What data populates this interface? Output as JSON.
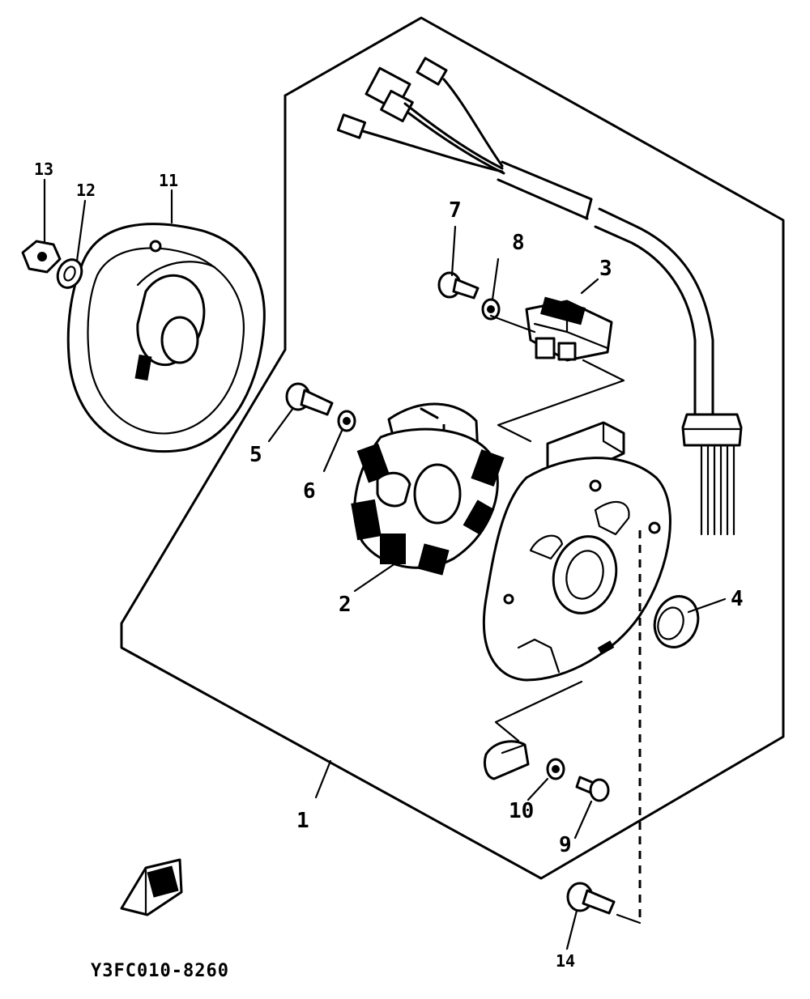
{
  "diagram": {
    "callouts": [
      {
        "id": "1",
        "label": "1"
      },
      {
        "id": "2",
        "label": "2"
      },
      {
        "id": "3",
        "label": "3"
      },
      {
        "id": "4",
        "label": "4"
      },
      {
        "id": "5",
        "label": "5"
      },
      {
        "id": "6",
        "label": "6"
      },
      {
        "id": "7",
        "label": "7"
      },
      {
        "id": "8",
        "label": "8"
      },
      {
        "id": "9",
        "label": "9"
      },
      {
        "id": "10",
        "label": "10"
      },
      {
        "id": "11",
        "label": "11"
      },
      {
        "id": "12",
        "label": "12"
      },
      {
        "id": "13",
        "label": "13"
      },
      {
        "id": "14",
        "label": "14"
      }
    ],
    "figure_code": "Y3FC010-8260"
  }
}
